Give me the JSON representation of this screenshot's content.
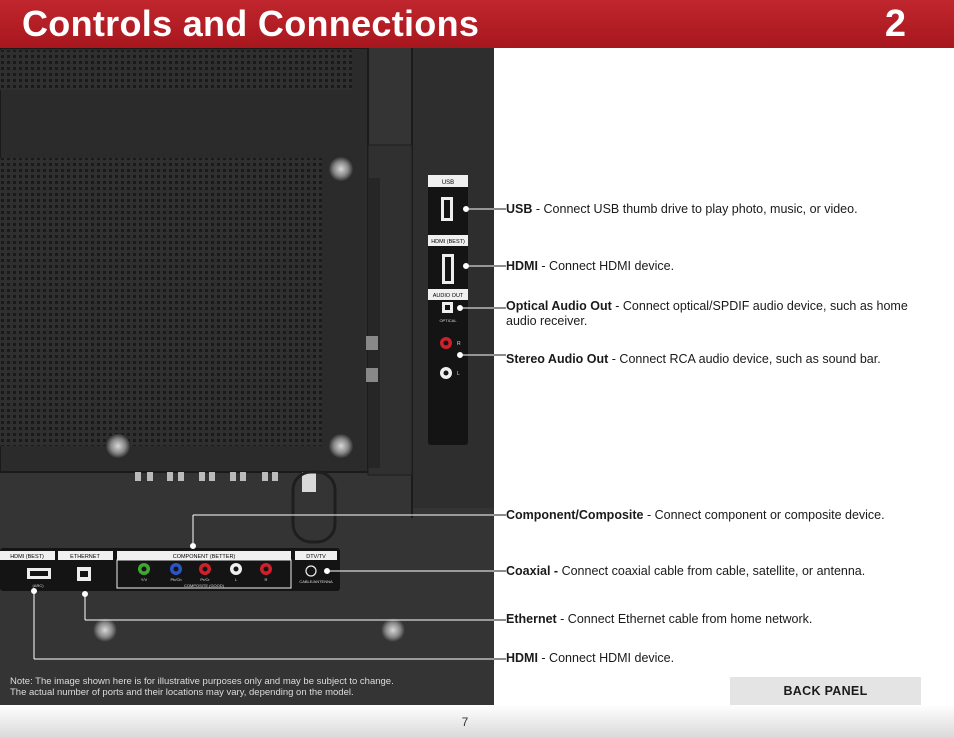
{
  "header": {
    "title": "Controls and Connections",
    "chapter": "2"
  },
  "panel_labels": {
    "usb": "USB",
    "hdmi_best_side": "HDMI (BEST)",
    "audio_out": "AUDIO OUT",
    "optical": "OPTICAL",
    "r": "R",
    "l": "L",
    "hdmi_best_bottom": "HDMI (BEST)",
    "arc": "(ARC)",
    "ethernet": "ETHERNET",
    "component": "COMPONENT (BETTER)",
    "composite": "COMPOSITE (GOOD)",
    "y_v": "Y/V",
    "pb_cb": "Pb/Cb",
    "pr_cr": "Pr/Cr",
    "l_bottom": "L",
    "r_bottom": "R",
    "dtv_tv": "DTV/TV",
    "cable_antenna": "CABLE/ANTENNA"
  },
  "descriptions": [
    {
      "name": "USB",
      "text": " - Connect USB thumb drive to play photo, music, or video."
    },
    {
      "name": "HDMI",
      "text": " - Connect HDMI device."
    },
    {
      "name": "Optical Audio Out",
      "text": " - Connect optical/SPDIF audio device, such as home audio receiver."
    },
    {
      "name": "Stereo Audio Out",
      "text": " - Connect RCA audio device, such as sound bar."
    },
    {
      "name": "Component/Composite",
      "text": " - Connect component or composite device."
    },
    {
      "name": "Coaxial -",
      "text": " Connect coaxial cable from cable, satellite, or antenna."
    },
    {
      "name": "Ethernet",
      "text": " - Connect Ethernet cable from home network."
    },
    {
      "name": "HDMI",
      "text": " - Connect HDMI device."
    }
  ],
  "note_line1": "Note:  The image shown here is for illustrative purposes only and may be subject to change.",
  "note_line2": "The actual number of ports and their locations may vary, depending on the model.",
  "back_panel_label": "BACK PANEL",
  "page_number": "7",
  "colors": {
    "header_red": "#b51f26",
    "panel_dark": "#2b2b2b",
    "port_green": "#3ea82f",
    "port_blue": "#2a55c6",
    "port_red": "#d0202a"
  }
}
